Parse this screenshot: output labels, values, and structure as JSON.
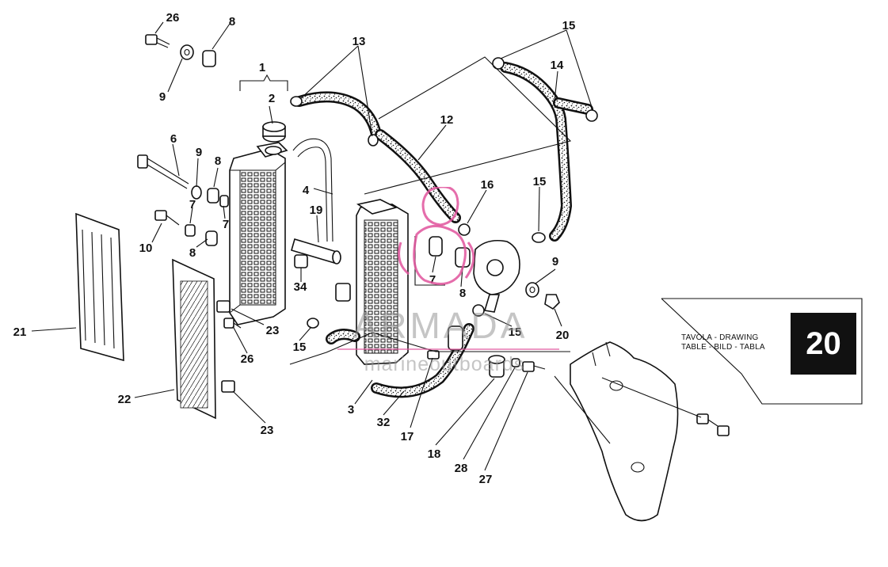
{
  "drawing": {
    "table_label_lines": [
      "TAVOLA - DRAWING",
      "TABLE - BILD - TABLA"
    ],
    "table_number": "20"
  },
  "watermark": {
    "brand": "ARMADA",
    "subtitle": "marineoutboards",
    "accent_color": "#e0549c"
  },
  "callouts": {
    "c26a": "26",
    "c8a": "8",
    "c9a": "9",
    "c1": "1",
    "c2": "2",
    "c13": "13",
    "c15a": "15",
    "c14": "14",
    "c12": "12",
    "c6": "6",
    "c9b": "9",
    "c8b": "8",
    "c7a": "7",
    "c7b": "7",
    "c4": "4",
    "c19": "19",
    "c16": "16",
    "c15b": "15",
    "c10": "10",
    "c8c": "8",
    "c34": "34",
    "c7c": "7",
    "c8d": "8",
    "c9c": "9",
    "c20": "20",
    "c15c": "15",
    "c21": "21",
    "c23a": "23",
    "c26b": "26",
    "c15d": "15",
    "c22": "22",
    "c23b": "23",
    "c3": "3",
    "c32": "32",
    "c17": "17",
    "c18": "18",
    "c28": "28",
    "c27": "27"
  }
}
